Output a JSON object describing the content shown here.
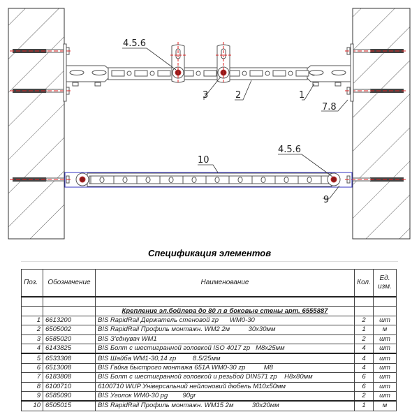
{
  "drawing": {
    "callouts": {
      "upper_456": "4.5.6",
      "upper_3": "3",
      "upper_2": "2",
      "upper_1": "1",
      "upper_78": "7.8",
      "lower_10": "10",
      "lower_456": "4.5.6",
      "lower_9": "9"
    },
    "colors": {
      "line": "#555555",
      "axis": "#e02020",
      "bolt": "#8b1a1a",
      "bracket": "#3030c0"
    }
  },
  "spec": {
    "title": "Спецификация элементов",
    "headers": {
      "pos": "Поз.",
      "code": "Обозначение",
      "name": "Наименование",
      "qty": "Кол.",
      "unit": "Ед. изм."
    },
    "group": "Крепление эл.бойлера до 80 л в боковые стены арт. 6555887",
    "rows": [
      {
        "pos": "1",
        "code": "6613200",
        "name": "BIS RapidRail Держатель стеновой zp      WM0-30",
        "qty": "2",
        "unit": "шт"
      },
      {
        "pos": "2",
        "code": "6505002",
        "name": "BIS RapidRail Профиль монтажн. WM2 2м          30x30мм",
        "qty": "1",
        "unit": "м"
      },
      {
        "pos": "3",
        "code": "6585020",
        "name": "BIS З'єднувач WM1",
        "qty": "2",
        "unit": "шт"
      },
      {
        "pos": "4",
        "code": "6143825",
        "name": "BIS Болт с шестигранной головкой ISO 4017 zp   M8x25мм",
        "qty": "4",
        "unit": "шт"
      },
      {
        "pos": "5",
        "code": "6533308",
        "name": "BIS Шайба WM1-30,14 zp         8.5/25мм",
        "qty": "4",
        "unit": "шт"
      },
      {
        "pos": "6",
        "code": "6513008",
        "name": "BIS Гайка быстрого монтажа 651A WM0-30 zp          M8",
        "qty": "4",
        "unit": "шт"
      },
      {
        "pos": "7",
        "code": "6183808",
        "name": "BIS Болт с шестигранной головкой и резьбой DIN571 zp    H8x80мм",
        "qty": "6",
        "unit": "шт"
      },
      {
        "pos": "8",
        "code": "6100710",
        "name": "6100710 WUP Універсальний нейлоновий дюбель M10x50мм",
        "qty": "6",
        "unit": "шт"
      },
      {
        "pos": "9",
        "code": "6585090",
        "name": "BIS Уголок WM0-30 pg        90gr",
        "qty": "2",
        "unit": "шт"
      },
      {
        "pos": "10",
        "code": "6505015",
        "name": "BIS RapidRail Профиль монтажн. WM15 2м          30x20мм",
        "qty": "1",
        "unit": "м"
      }
    ]
  }
}
